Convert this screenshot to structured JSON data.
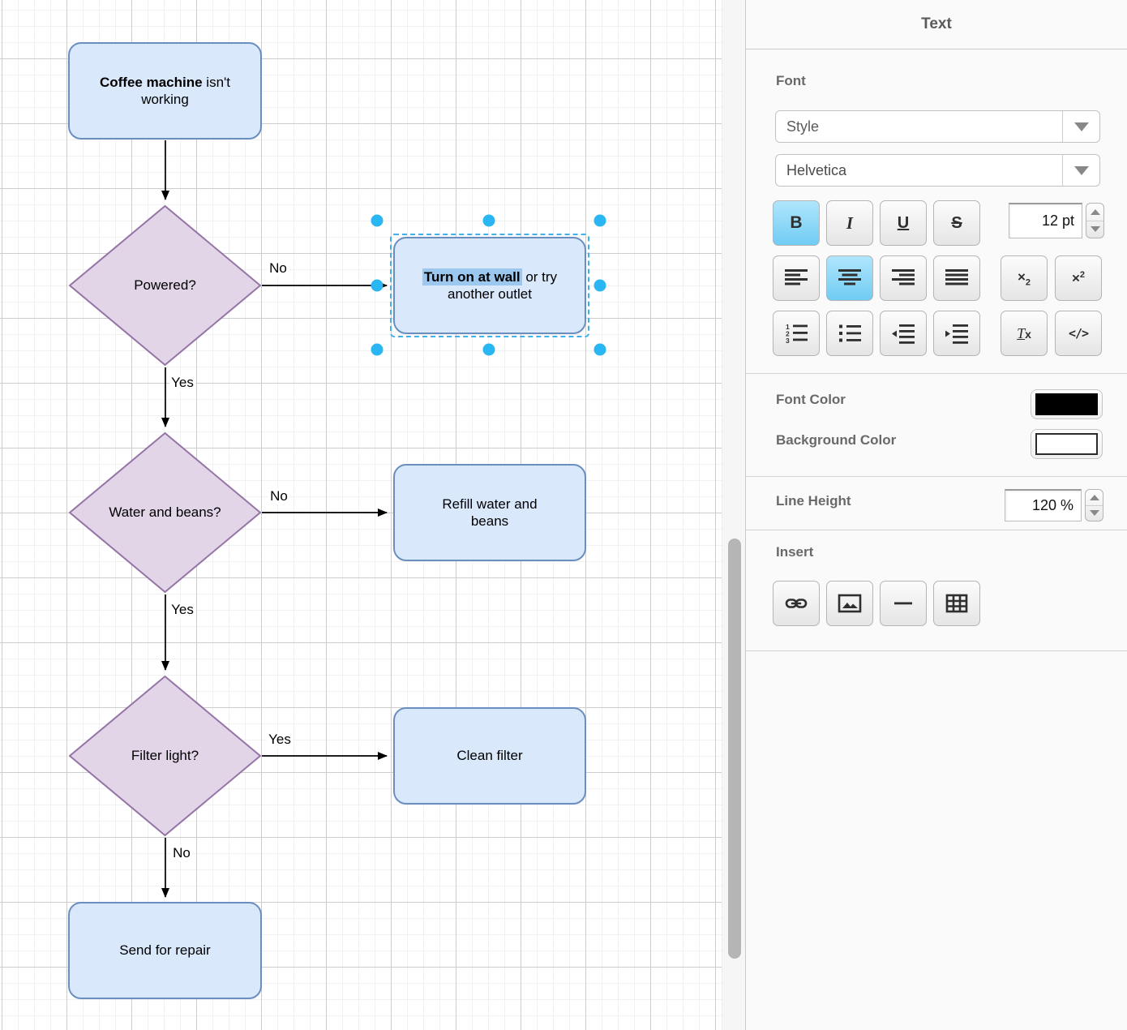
{
  "diagram": {
    "nodes": {
      "start": {
        "bold": "Coffee machine",
        "rest": " isn't working"
      },
      "powered": {
        "label": "Powered?"
      },
      "turn_on": {
        "highlight": "Turn on at wall",
        "rest": " or try another outlet"
      },
      "water": {
        "label": "Water and beans?"
      },
      "refill": {
        "label": "Refill water and beans"
      },
      "filter": {
        "label": "Filter light?"
      },
      "clean": {
        "label": "Clean filter"
      },
      "repair": {
        "label": "Send for repair"
      }
    },
    "edge_labels": {
      "powered_no": "No",
      "powered_yes": "Yes",
      "water_no": "No",
      "water_yes": "Yes",
      "filter_yes": "Yes",
      "filter_no": "No"
    },
    "colors": {
      "process_fill": "#dae8fc",
      "process_border": "#6c8ebf",
      "decision_fill": "#e1d5e7",
      "decision_border": "#9673a6",
      "selection_handle": "#29b6f2",
      "selection_outline": "#3fb0ea",
      "text_highlight": "#9cc7ef"
    }
  },
  "panel": {
    "title": "Text",
    "font_heading": "Font",
    "style_value": "Style",
    "font_value": "Helvetica",
    "font_size_value": "12 pt",
    "bold_label": "B",
    "italic_label": "I",
    "underline_label": "U",
    "strike_label": "S",
    "subscript": {
      "base": "×",
      "small": "2"
    },
    "superscript": {
      "base": "×",
      "small": "2"
    },
    "clear_format": {
      "base": "T",
      "small": "x"
    },
    "code_label": "</>",
    "font_color_label": "Font Color",
    "font_color_value": "#000000",
    "background_color_label": "Background Color",
    "background_color_value": "#ffffff",
    "line_height_label": "Line Height",
    "line_height_value": "120 %",
    "insert_heading": "Insert",
    "icons": {
      "align": [
        "align-left",
        "align-center",
        "align-right",
        "justify"
      ],
      "lists": [
        "ordered-list",
        "bullet-list",
        "outdent",
        "indent"
      ],
      "insert": [
        "link",
        "image",
        "horizontal-rule",
        "table"
      ]
    },
    "active_buttons": [
      "bold",
      "align-center"
    ]
  }
}
